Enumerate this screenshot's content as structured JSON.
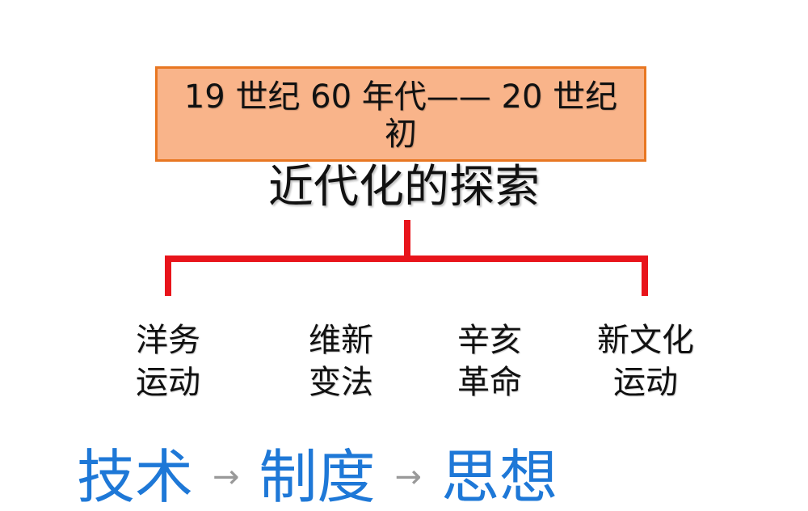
{
  "period": {
    "line1": "19 世纪 60 年代—— 20 世纪",
    "line2": "初"
  },
  "title": "近代化的探索",
  "branches": [
    {
      "line1": "洋务",
      "line2": "运动"
    },
    {
      "line1": "维新",
      "line2": "变法"
    },
    {
      "line1": "辛亥",
      "line2": "革命"
    },
    {
      "line1": "新文化",
      "line2": "运动"
    }
  ],
  "flow": {
    "step1": "技术",
    "step2": "制度",
    "step3": "思想",
    "arrow": "→"
  },
  "colors": {
    "box_fill": "#F9B48A",
    "box_border": "#E87722",
    "connector": "#E8141B",
    "flow_text": "#1E78D7"
  }
}
